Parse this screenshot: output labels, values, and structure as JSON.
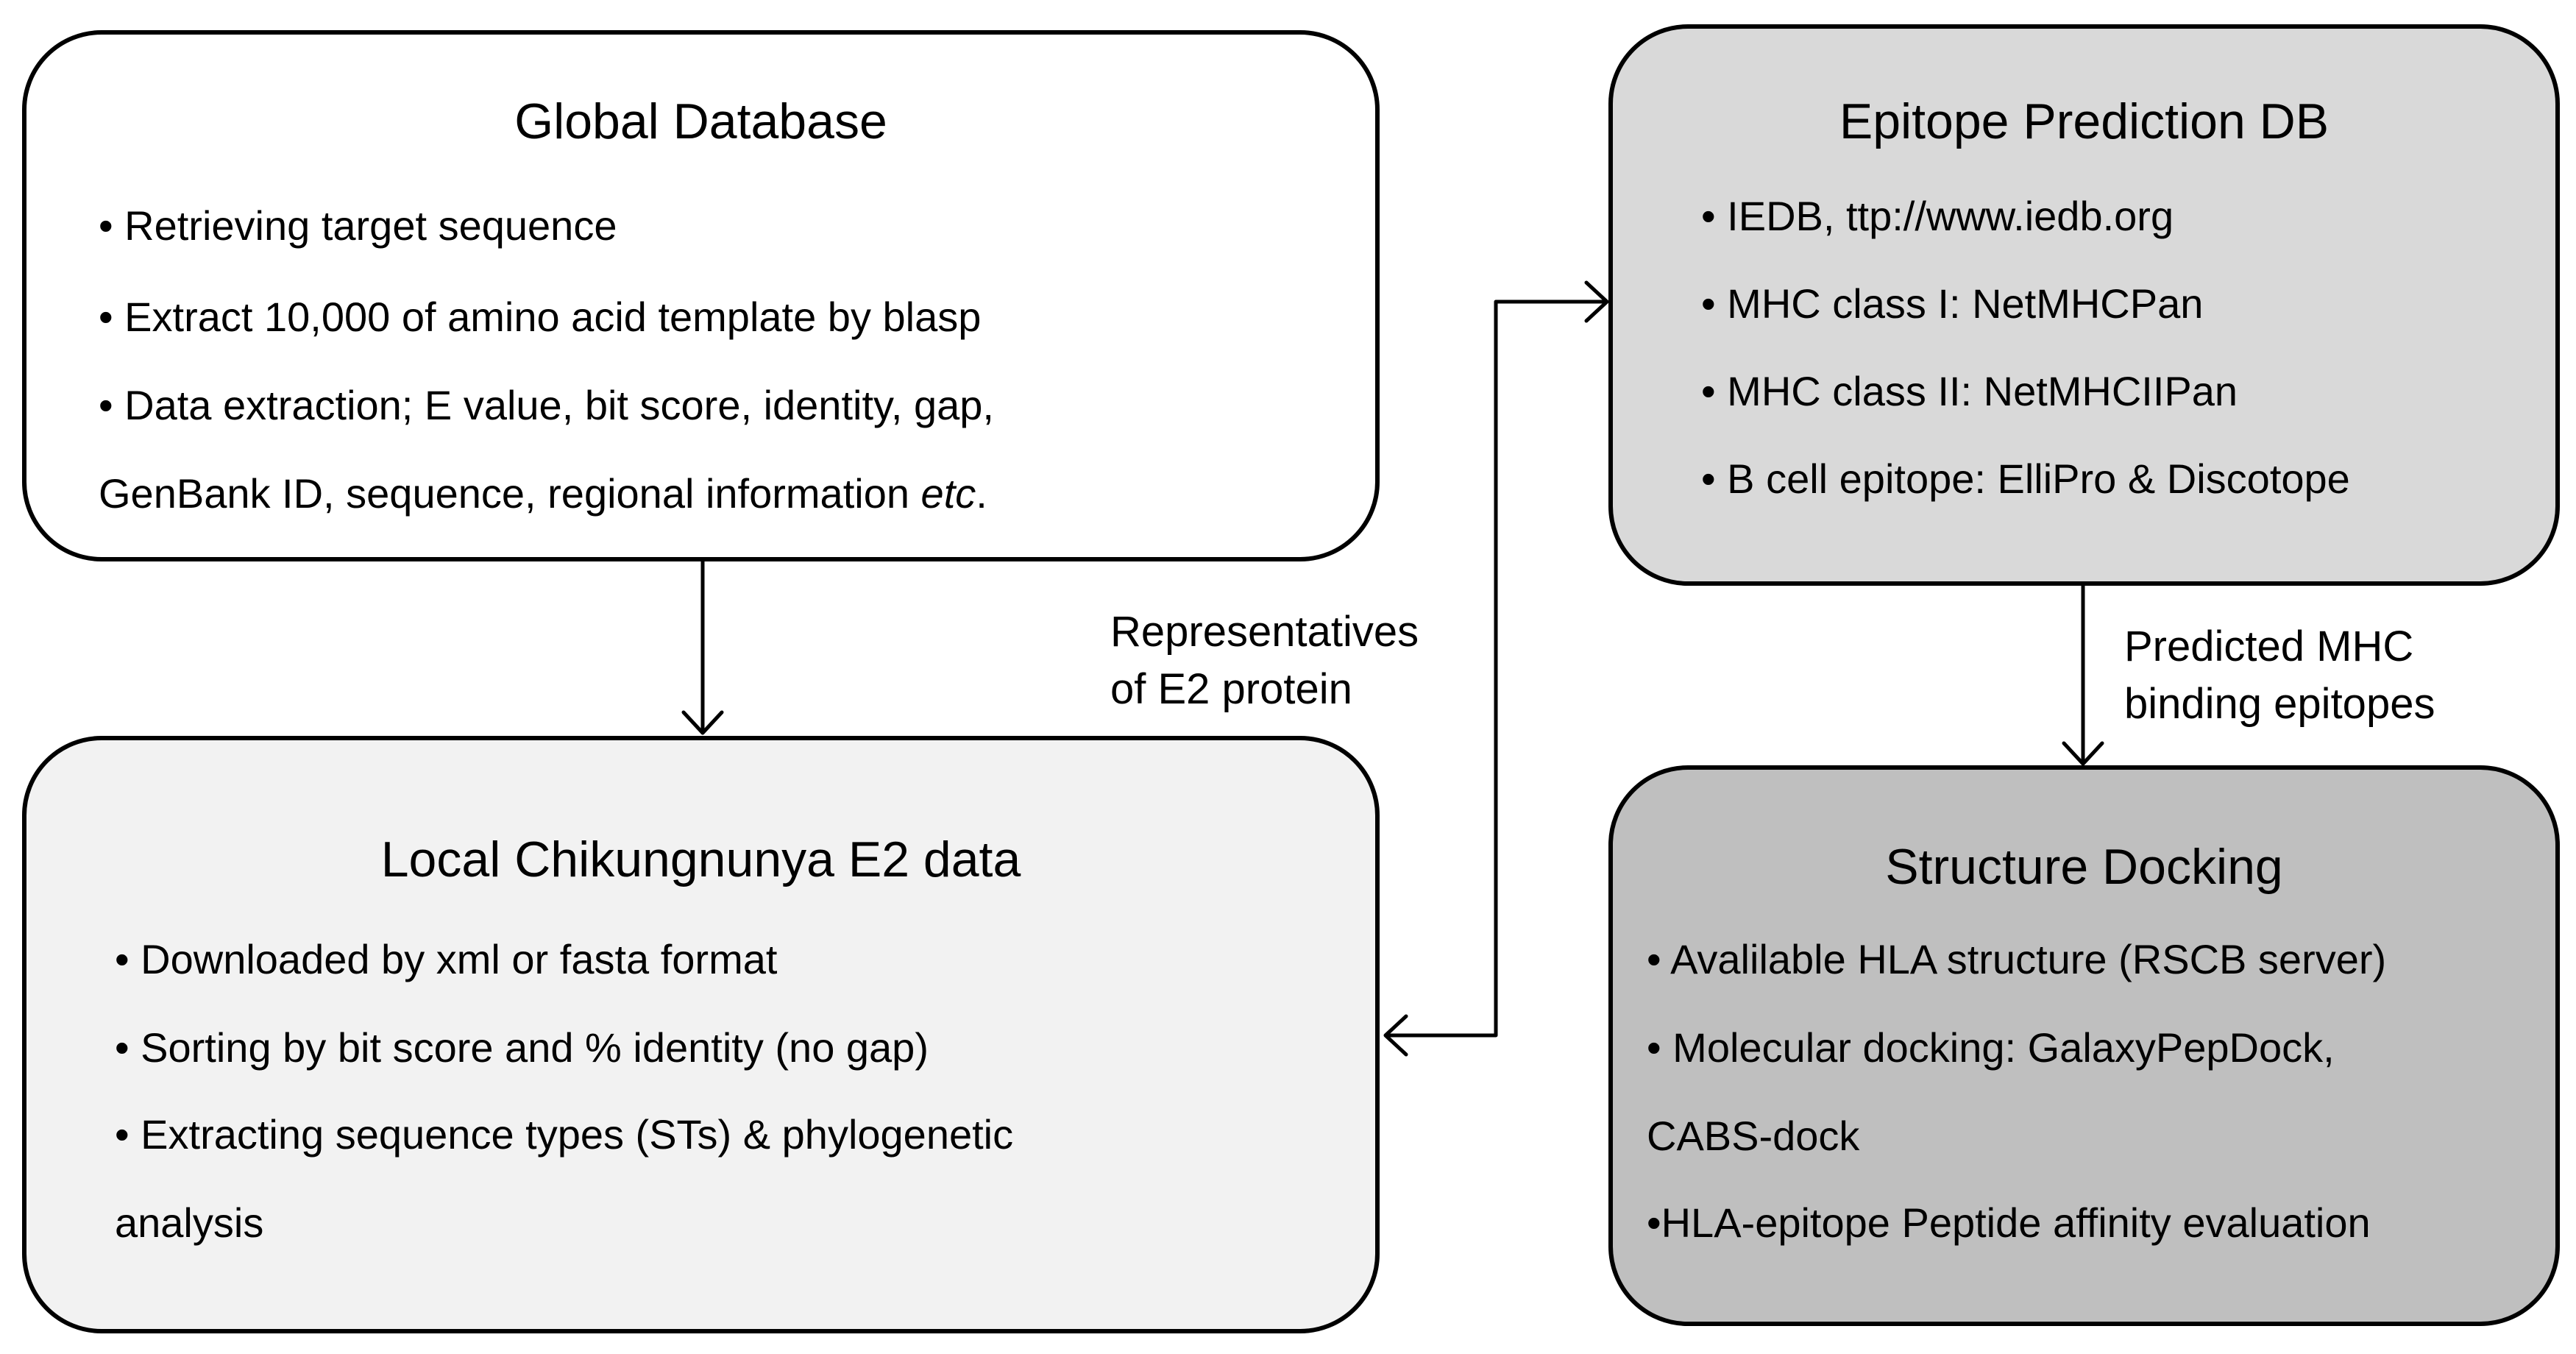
{
  "boxes": {
    "global": {
      "title": "Global Database",
      "items": [
        "• Retrieving target sequence",
        "• Extract 10,000 of amino acid template by blasp",
        "• Data extraction; E value, bit score, identity,  gap,",
        "GenBank ID, sequence, regional information "
      ],
      "items_italic_tail": "etc",
      "items_tail_end": ".",
      "fill": "#ffffff"
    },
    "epitope": {
      "title": "Epitope Prediction DB",
      "items": [
        "• IEDB, ttp://www.iedb.org",
        "• MHC class I:  NetMHCPan",
        "• MHC class II:  NetMHCIIPan",
        "• B cell epitope: ElliPro & Discotope"
      ],
      "fill": "#d9d9d9"
    },
    "local": {
      "title": "Local Chikungnunya E2 data",
      "items": [
        "• Downloaded by xml or fasta format",
        "• Sorting by bit score and % identity (no gap)",
        "• Extracting sequence types (STs) & phylogenetic",
        "analysis"
      ],
      "fill": "#f2f2f2"
    },
    "docking": {
      "title": "Structure Docking",
      "items": [
        "• Avalilable HLA structure (RSCB server)",
        "• Molecular docking: GalaxyPepDock,",
        "CABS-dock",
        "•HLA-epitope Peptide affinity evaluation"
      ],
      "fill": "#bfbfbf"
    }
  },
  "edge_labels": {
    "representatives": [
      "Representatives",
      "of E2 protein"
    ],
    "predicted": [
      "Predicted MHC",
      "binding epitopes"
    ]
  }
}
